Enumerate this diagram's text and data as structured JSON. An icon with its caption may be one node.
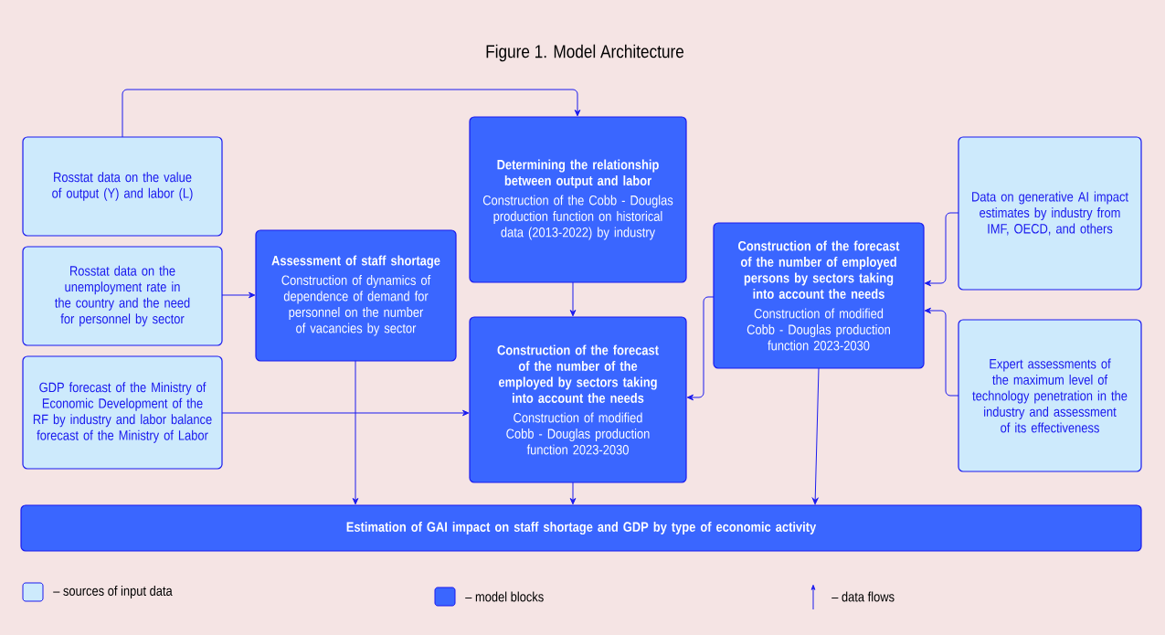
{
  "diagram": {
    "title": "Figure 1. Model Architecture",
    "nodes": [
      {
        "text": [
          "Rosstat data on the value of output (Y) and labor (L)"
        ]
      },
      {
        "text": [
          "Rosstat data on the unemployment rate in the country and the need for personnel by sector"
        ]
      },
      {
        "text": [
          "GDP forecast of the Ministry of Economic Development of the RF by industry and labor balance forecast of the Ministry of Labor"
        ]
      },
      {
        "text": [
          "Assessment of staff shortage",
          "Construction of dynamics of dependence of demand for personnel on the number of vacancies by sector"
        ]
      },
      {
        "text": [
          "Determining the relationship between output and labor",
          "Construction of the Cobb - Douglas production function on historical data (2013-2022) by industry"
        ]
      },
      {
        "text": [
          "Construction of the forecast of the number of the employed  by sectors taking into account the needs",
          "Construction of modified Cobb - Douglas production function 2023-2030"
        ]
      },
      {
        "text": [
          "Construction of the forecast of the number of employed persons by sectors taking into account the needs",
          "Construction of modified Cobb - Douglas production function 2023-2030"
        ]
      },
      {
        "text": [
          "Data on generative AI impact estimates by industry from IMF, OECD, and others"
        ]
      },
      {
        "text": [
          "Expert assessments of the maximum level of technology penetration in the industry and assessment of its effectiveness"
        ]
      },
      {
        "text": [
          "Estimation of GAI impact on staff shortage and GDP by type of economic activity"
        ]
      }
    ],
    "edges": [
      {
        "from": 0,
        "to": 4,
        "arrow": "to"
      },
      {
        "from": 1,
        "to": 3,
        "arrow": "to"
      },
      {
        "from": 2,
        "to": 5,
        "arrow": "to"
      },
      {
        "from": 4,
        "to": 5,
        "arrow": "to"
      },
      {
        "from": 6,
        "to": 5,
        "arrow": "to"
      },
      {
        "from": 7,
        "to": 6,
        "arrow": "to"
      },
      {
        "from": 8,
        "to": 6,
        "arrow": "to"
      },
      {
        "from": 3,
        "to": 9,
        "arrow": "to"
      },
      {
        "from": 5,
        "to": 9,
        "arrow": "to"
      },
      {
        "from": 6,
        "to": 9,
        "arrow": "to"
      }
    ],
    "legend": [
      {
        "text": "– sources of input data",
        "color": "#cdeafc"
      },
      {
        "text": "– model blocks",
        "color": "#3a66ff"
      },
      {
        "text": "– data flows"
      }
    ]
  }
}
